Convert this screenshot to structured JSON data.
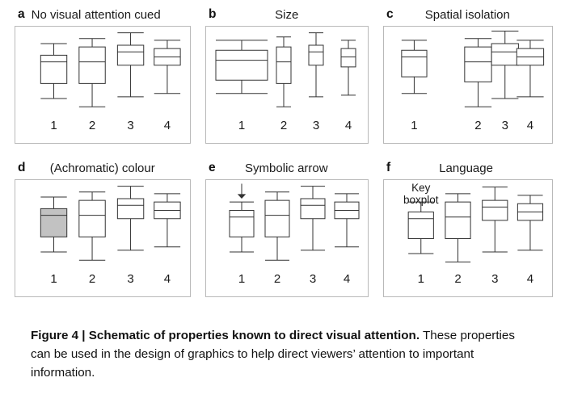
{
  "figure": {
    "caption_bold": "Figure 4 | Schematic of properties known to direct visual attention.",
    "caption_rest": " These properties can be used in the design of graphics to help direct viewers’ attention to important information."
  },
  "style": {
    "stroke": "#333333",
    "panel_border": "#b9b9b9",
    "highlight_fill": "#c2c2c2",
    "background": "#ffffff"
  },
  "chart_data": {
    "type": "boxplot",
    "title": "Schematic of properties known to direct visual attention",
    "description": "Six schematic boxplot panels; in each panel boxplot 1 is the key boxplot made salient by a different visual property.",
    "ylim": [
      0,
      100
    ],
    "grid": false,
    "legend": "none",
    "panels": [
      {
        "letter": "a",
        "title": "No visual attention cued",
        "cue": "none",
        "categories": [
          "1",
          "2",
          "3",
          "4"
        ],
        "boxes": [
          {
            "label": "1",
            "x": 22,
            "width": 15,
            "whisker_low": 18,
            "q1": 36,
            "median": 62,
            "q3": 70,
            "whisker_high": 84,
            "highlight": false
          },
          {
            "label": "2",
            "x": 44,
            "width": 15,
            "whisker_low": 8,
            "q1": 36,
            "median": 62,
            "q3": 80,
            "whisker_high": 90,
            "highlight": false
          },
          {
            "label": "3",
            "x": 66,
            "width": 15,
            "whisker_low": 20,
            "q1": 58,
            "median": 74,
            "q3": 82,
            "whisker_high": 97,
            "highlight": false
          },
          {
            "label": "4",
            "x": 87,
            "width": 15,
            "whisker_low": 24,
            "q1": 58,
            "median": 68,
            "q3": 78,
            "whisker_high": 88,
            "highlight": false
          }
        ],
        "annotations": []
      },
      {
        "letter": "b",
        "title": "Size",
        "cue": "size",
        "categories": [
          "1",
          "2",
          "3",
          "4"
        ],
        "boxes": [
          {
            "label": "1",
            "x": 22,
            "width": 32,
            "whisker_low": 24,
            "q1": 40,
            "median": 64,
            "q3": 76,
            "whisker_high": 88,
            "highlight": false
          },
          {
            "label": "2",
            "x": 48,
            "width": 9,
            "whisker_low": 8,
            "q1": 36,
            "median": 62,
            "q3": 80,
            "whisker_high": 92,
            "highlight": false
          },
          {
            "label": "3",
            "x": 68,
            "width": 9,
            "whisker_low": 20,
            "q1": 58,
            "median": 74,
            "q3": 82,
            "whisker_high": 97,
            "highlight": false
          },
          {
            "label": "4",
            "x": 88,
            "width": 9,
            "whisker_low": 22,
            "q1": 56,
            "median": 68,
            "q3": 78,
            "whisker_high": 88,
            "highlight": false
          }
        ],
        "annotations": []
      },
      {
        "letter": "c",
        "title": "Spatial isolation",
        "cue": "spatial-isolation",
        "categories": [
          "1",
          "2",
          "3",
          "4"
        ],
        "boxes": [
          {
            "label": "1",
            "x": 18,
            "width": 15,
            "whisker_low": 24,
            "q1": 44,
            "median": 68,
            "q3": 76,
            "whisker_high": 88,
            "highlight": false
          },
          {
            "label": "2",
            "x": 56,
            "width": 16,
            "whisker_low": 8,
            "q1": 38,
            "median": 62,
            "q3": 80,
            "whisker_high": 90,
            "highlight": false
          },
          {
            "label": "3",
            "x": 72,
            "width": 16,
            "whisker_low": 18,
            "q1": 58,
            "median": 74,
            "q3": 84,
            "whisker_high": 99,
            "highlight": false
          },
          {
            "label": "4",
            "x": 87,
            "width": 16,
            "whisker_low": 20,
            "q1": 58,
            "median": 68,
            "q3": 78,
            "whisker_high": 88,
            "highlight": false
          }
        ],
        "annotations": []
      },
      {
        "letter": "d",
        "title": "(Achromatic) colour",
        "cue": "colour-fill",
        "categories": [
          "1",
          "2",
          "3",
          "4"
        ],
        "boxes": [
          {
            "label": "1",
            "x": 22,
            "width": 15,
            "whisker_low": 18,
            "q1": 36,
            "median": 62,
            "q3": 70,
            "whisker_high": 84,
            "highlight": true
          },
          {
            "label": "2",
            "x": 44,
            "width": 15,
            "whisker_low": 8,
            "q1": 36,
            "median": 62,
            "q3": 80,
            "whisker_high": 90,
            "highlight": false
          },
          {
            "label": "3",
            "x": 66,
            "width": 15,
            "whisker_low": 20,
            "q1": 58,
            "median": 74,
            "q3": 82,
            "whisker_high": 97,
            "highlight": false
          },
          {
            "label": "4",
            "x": 87,
            "width": 15,
            "whisker_low": 24,
            "q1": 58,
            "median": 68,
            "q3": 78,
            "whisker_high": 88,
            "highlight": false
          }
        ],
        "annotations": []
      },
      {
        "letter": "e",
        "title": "Symbolic arrow",
        "cue": "arrow",
        "categories": [
          "1",
          "2",
          "3",
          "4"
        ],
        "boxes": [
          {
            "label": "1",
            "x": 22,
            "width": 15,
            "whisker_low": 18,
            "q1": 36,
            "median": 60,
            "q3": 68,
            "whisker_high": 78,
            "highlight": false
          },
          {
            "label": "2",
            "x": 44,
            "width": 15,
            "whisker_low": 8,
            "q1": 36,
            "median": 62,
            "q3": 80,
            "whisker_high": 90,
            "highlight": false
          },
          {
            "label": "3",
            "x": 66,
            "width": 15,
            "whisker_low": 20,
            "q1": 58,
            "median": 74,
            "q3": 82,
            "whisker_high": 97,
            "highlight": false
          },
          {
            "label": "4",
            "x": 87,
            "width": 15,
            "whisker_low": 24,
            "q1": 58,
            "median": 68,
            "q3": 78,
            "whisker_high": 88,
            "highlight": false
          }
        ],
        "annotations": [
          {
            "type": "arrow",
            "target": "1",
            "x": 22,
            "y_top": 100,
            "y_bottom": 82,
            "direction": "down"
          }
        ]
      },
      {
        "letter": "f",
        "title": "Language",
        "cue": "text-label",
        "categories": [
          "1",
          "2",
          "3",
          "4"
        ],
        "boxes": [
          {
            "label": "1",
            "x": 22,
            "width": 15,
            "whisker_low": 16,
            "q1": 34,
            "median": 58,
            "q3": 66,
            "whisker_high": 78,
            "highlight": false
          },
          {
            "label": "2",
            "x": 44,
            "width": 15,
            "whisker_low": 6,
            "q1": 34,
            "median": 60,
            "q3": 78,
            "whisker_high": 88,
            "highlight": false
          },
          {
            "label": "3",
            "x": 66,
            "width": 15,
            "whisker_low": 18,
            "q1": 56,
            "median": 72,
            "q3": 80,
            "whisker_high": 96,
            "highlight": false
          },
          {
            "label": "4",
            "x": 87,
            "width": 15,
            "whisker_low": 20,
            "q1": 56,
            "median": 66,
            "q3": 76,
            "whisker_high": 86,
            "highlight": false
          }
        ],
        "annotations": [
          {
            "type": "text",
            "target": "1",
            "text": "Key\nboxplot",
            "x": 22,
            "y": 100
          }
        ]
      }
    ]
  }
}
